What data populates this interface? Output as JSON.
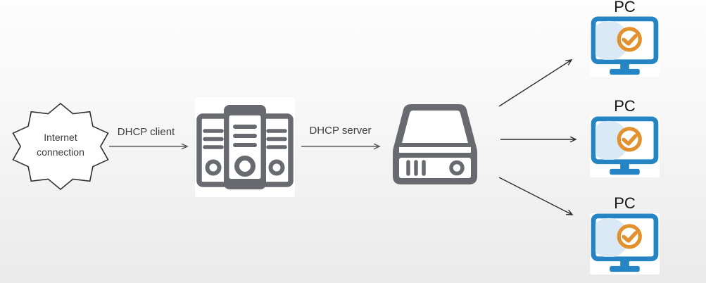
{
  "diagram": {
    "nodes": {
      "internet": {
        "label": "Internet connection",
        "shape": "starburst"
      },
      "relay_rack": {
        "icon": "server-rack-icon"
      },
      "dhcp_server": {
        "icon": "storage-server-icon"
      },
      "pcs": [
        {
          "label": "PC"
        },
        {
          "label": "PC"
        },
        {
          "label": "PC"
        }
      ]
    },
    "edges": {
      "internet_to_rack": {
        "label": "DHCP client"
      },
      "rack_to_server": {
        "label": "DHCP server"
      }
    },
    "colors": {
      "icon_gray": "#696970",
      "monitor_blue": "#2584c4",
      "badge_orange": "#e2912f",
      "screen_tint": "#d9eaf6",
      "arrow_gray": "#595959",
      "arrow_black": "#2b2b2b",
      "shape_outline": "#2f2f2f"
    }
  }
}
